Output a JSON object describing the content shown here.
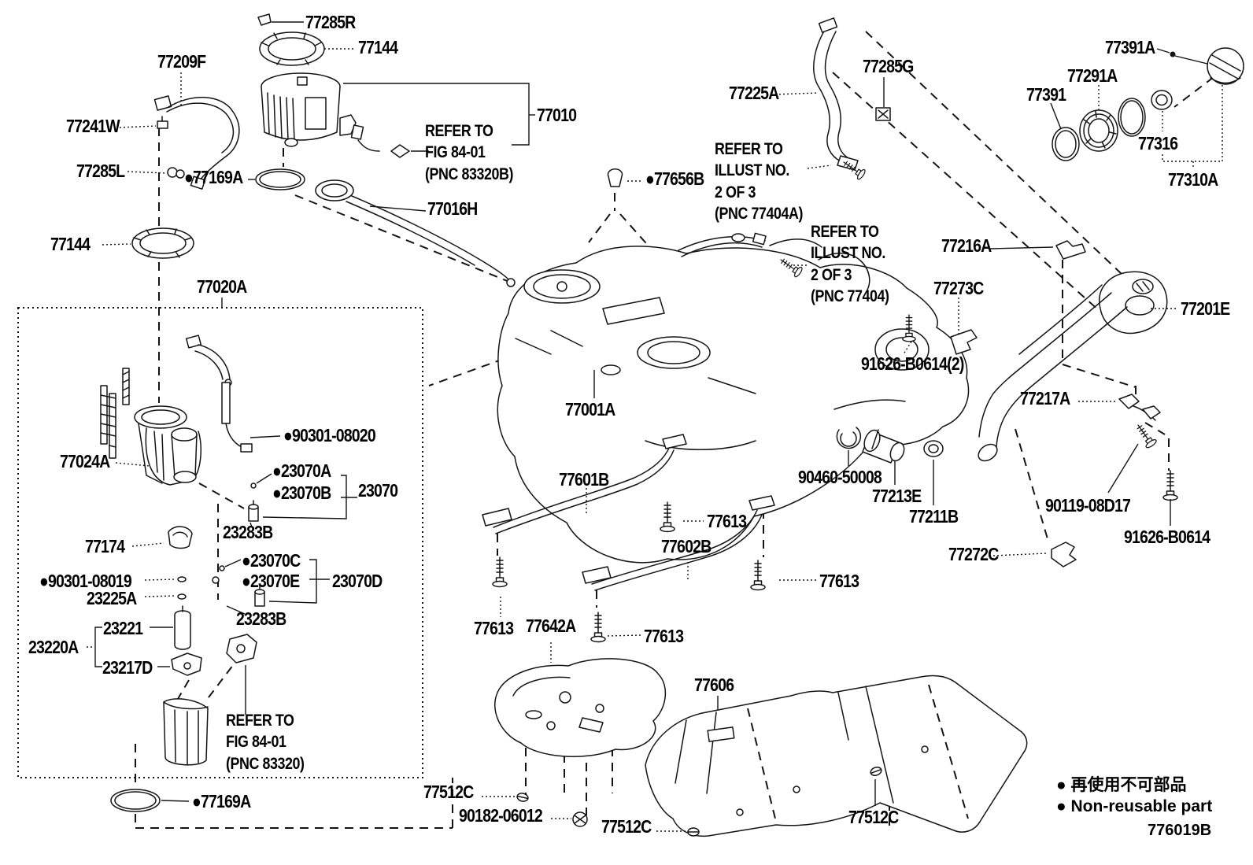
{
  "figure_code": "776019B",
  "legend": {
    "non_reusable_jp": "● 再使用不可部品",
    "non_reusable_en": "● Non-reusable part"
  },
  "labels": {
    "p77285R": "77285R",
    "p77144_a": "77144",
    "p77209F": "77209F",
    "p77241W": "77241W",
    "p77285L": "77285L",
    "p77169A_a": "●77169A",
    "p77144_b": "77144",
    "p77020A": "77020A",
    "p77010": "77010",
    "note_83320B": "REFER TO\nFIG 84-01\n(PNC 83320B)",
    "p77016H": "77016H",
    "p77656B": "●77656B",
    "note_77404A": "REFER TO\nILLUST NO.\n2 OF 3\n(PNC 77404A)",
    "note_77404": "REFER TO\nILLUST NO.\n2 OF 3\n(PNC 77404)",
    "p77225A": "77225A",
    "p77285G": "77285G",
    "p77391A": "77391A",
    "p77291A": "77291A",
    "p77391": "77391",
    "p77316": "77316",
    "p77310A": "77310A",
    "p77216A": "77216A",
    "p77273C": "77273C",
    "p77201E": "77201E",
    "p91626_B0614_2": "91626-B0614(2)",
    "p77001A": "77001A",
    "p77217A": "77217A",
    "p90301_08020": "●90301-08020",
    "p77024A": "77024A",
    "p23070A": "●23070A",
    "p23070B": "●23070B",
    "p23070": "23070",
    "p23283B_a": "23283B",
    "p77174": "77174",
    "p23070C": "●23070C",
    "p90301_08019": "●90301-08019",
    "p23070E": "●23070E",
    "p23070D": "23070D",
    "p23225A": "23225A",
    "p23283B_b": "23283B",
    "p23221": "23221",
    "p23220A": "23220A",
    "p23217D": "23217D",
    "note_83320": "REFER TO\nFIG 84-01\n(PNC 83320)",
    "p77169A_b": "●77169A",
    "p77601B": "77601B",
    "p77613_a": "77613",
    "p77602B": "77602B",
    "p77613_b": "77613",
    "p77613_c": "77613",
    "p77642A": "77642A",
    "p77613_d": "77613",
    "p90460_50008": "90460-50008",
    "p77213E": "77213E",
    "p77211B": "77211B",
    "p90119_08D17": "90119-08D17",
    "p91626_B0614": "91626-B0614",
    "p77272C": "77272C",
    "p77606": "77606",
    "p77512C_a": "77512C",
    "p90182_06012": "90182-06012",
    "p77512C_b": "77512C",
    "p77512C_c": "77512C"
  }
}
